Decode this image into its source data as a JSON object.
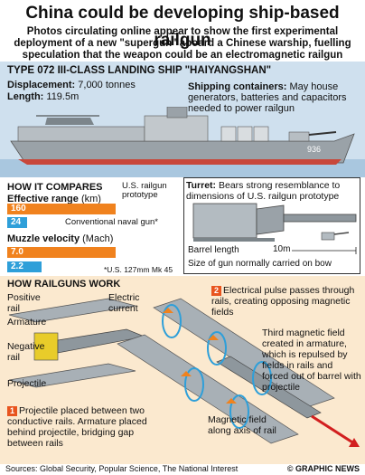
{
  "header": {
    "title": "China could be developing ship-based railgun",
    "intro": "Photos circulating online appear to show the first experimental deployment of a new \"supergun\" aboard a Chinese warship, fuelling speculation that the weapon could be an electromagnetic railgun"
  },
  "ship": {
    "type_label": "TYPE 072 III-CLASS LANDING SHIP \"HAIYANGSHAN\"",
    "displacement_label": "Displacement:",
    "displacement_value": "7,000 tonnes",
    "length_label": "Length:",
    "length_value": "119.5m",
    "containers_label": "Shipping containers:",
    "containers_text": "May house generators, batteries and capacitors needed to power railgun",
    "hull_number": "936"
  },
  "comparison": {
    "heading": "HOW IT COMPARES",
    "range_label": "Effective range",
    "range_unit": "(km)",
    "velocity_label": "Muzzle velocity",
    "velocity_unit": "(Mach)",
    "railgun_label": "U.S. railgun prototype",
    "naval_label": "Conventional naval gun*",
    "footnote": "*U.S. 127mm Mk 45",
    "rows": [
      {
        "value": "160",
        "num": 160,
        "max": 160,
        "color": "#f0821e"
      },
      {
        "value": "24",
        "num": 24,
        "max": 160,
        "color": "#2e9fd9"
      },
      {
        "value": "7.0",
        "num": 7.0,
        "max": 7.0,
        "color": "#f0821e"
      },
      {
        "value": "2.2",
        "num": 2.2,
        "max": 7.0,
        "color": "#2e9fd9"
      }
    ]
  },
  "turret": {
    "label": "Turret:",
    "text": "Bears strong resemblance to dimensions of U.S. railgun prototype",
    "barrel_label": "Barrel length",
    "barrel_value": "10m",
    "bow_gun_label": "Size of gun normally carried on bow"
  },
  "how_it_works": {
    "heading": "HOW RAILGUNS WORK",
    "positive_rail": "Positive rail",
    "armature": "Armature",
    "negative_rail": "Negative rail",
    "projectile": "Projectile",
    "electric_current": "Electric current",
    "step1_num": "1",
    "step1_text": "Projectile placed between two conductive rails. Armature placed behind projectile, bridging gap between rails",
    "step2_num": "2",
    "step2_text": "Electrical pulse passes through rails, creating opposing magnetic fields",
    "third_field": "Third magnetic field created in armature, which is repulsed by fields in rails and forced out of barrel with projectile",
    "magnetic_field": "Magnetic field along axis of rail"
  },
  "footer": {
    "sources": "Sources: Global Security, Popular Science, The National Interest",
    "credit": "© GRAPHIC NEWS"
  },
  "colors": {
    "orange": "#f0821e",
    "blue": "#2e9fd9",
    "red": "#e8541e",
    "sea": "#cfe0ee",
    "sand": "#fbe9cf"
  }
}
